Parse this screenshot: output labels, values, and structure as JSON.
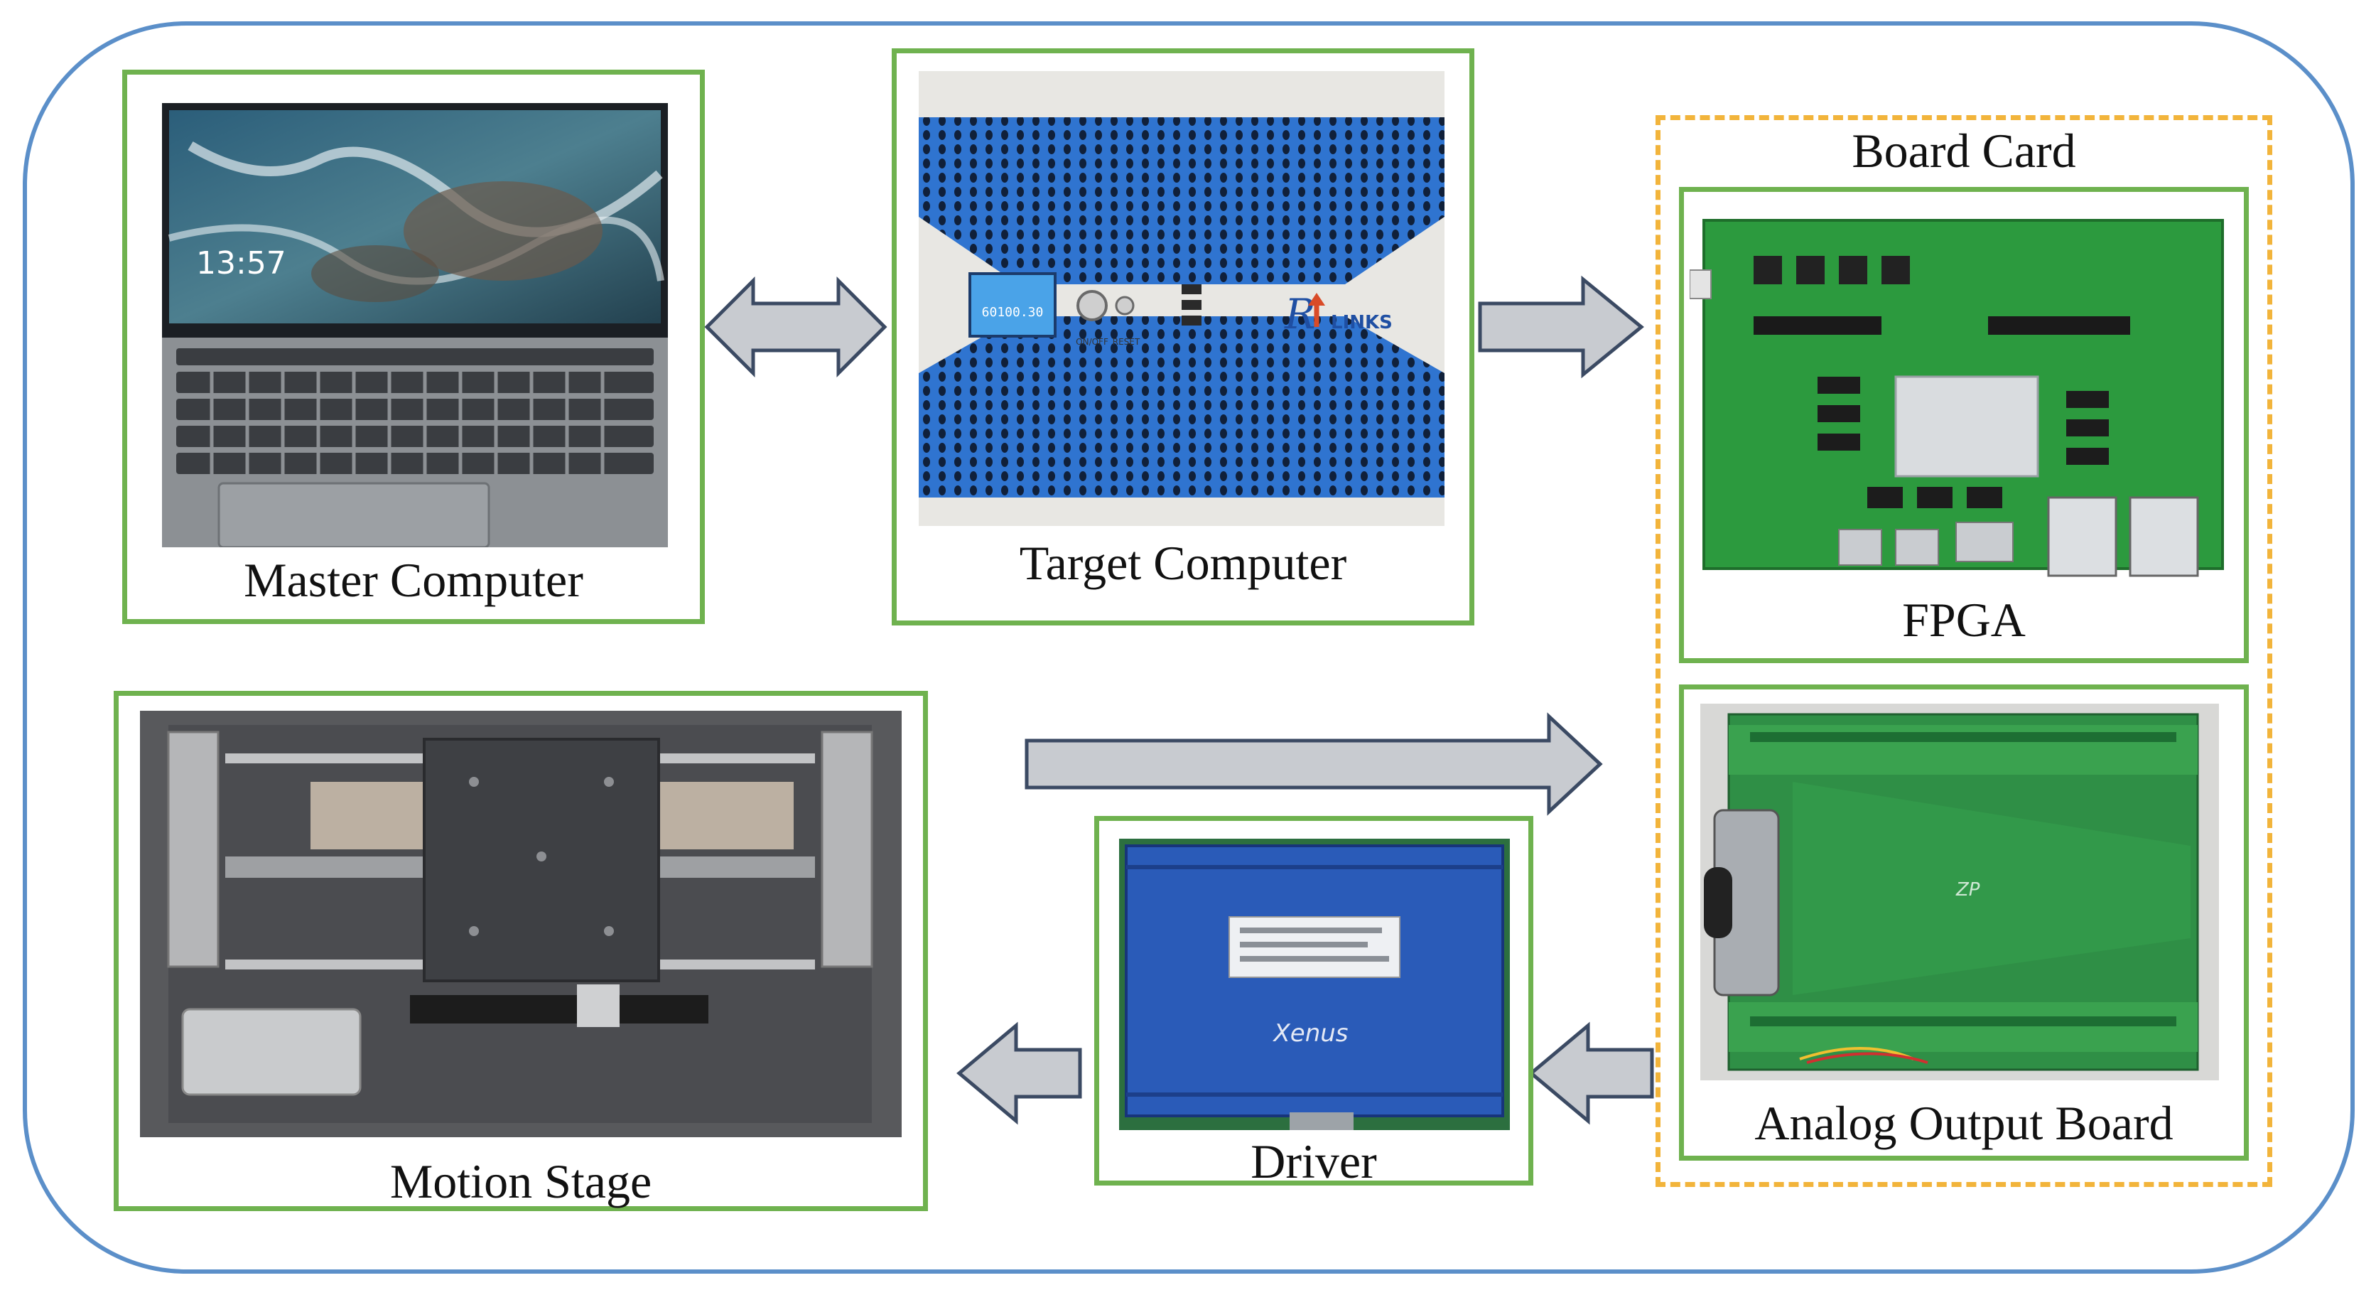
{
  "labels": {
    "master": "Master Computer",
    "target": "Target Computer",
    "board_card": "Board Card",
    "fpga": "FPGA",
    "analog": "Analog Output Board",
    "driver": "Driver",
    "motion": "Motion Stage"
  },
  "screen_text": {
    "clock": "13:57",
    "target_display": "60100.30",
    "onoff": "ON/OFF",
    "reset": "RESET",
    "links": "LINKS",
    "xenus": "Xenus",
    "zp": "ZP"
  },
  "colors": {
    "outer_border": "#5b8fc9",
    "box_border": "#6fb24f",
    "dashed_border": "#f2b43b",
    "arrow_fill": "#c8cbd0",
    "arrow_stroke": "#3b4a63"
  }
}
